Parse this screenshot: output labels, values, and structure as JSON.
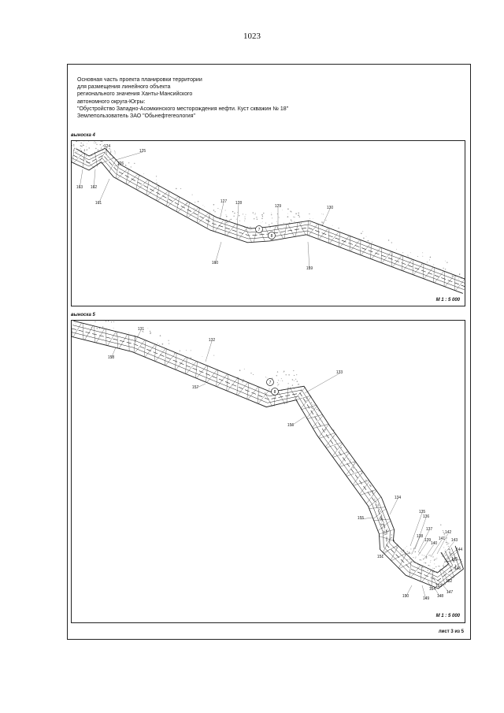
{
  "page_number": "1023",
  "title_lines": [
    "Основная часть проекта планировки территории",
    "для размещения линейного объекта",
    "регионального значения Ханты-Мансийского",
    "автономного округа-Югры:",
    "\"Обустройство Западно-Асомкинского месторождения нефти. Куст скважин № 18\"",
    "Землепользователь ЗАО \"Обьнефтегеология\""
  ],
  "inset4": {
    "label": "выноска 4",
    "scale": "М 1 : 5 000",
    "point_labels": [
      "124",
      "125",
      "126",
      "163",
      "162",
      "161",
      "127",
      "128",
      "129",
      "130",
      "160",
      "159"
    ],
    "circle_labels": [
      "7",
      "8"
    ]
  },
  "inset5": {
    "label": "выноска 5",
    "scale": "М 1 : 5 000",
    "point_labels": [
      "131",
      "158",
      "132",
      "157",
      "133",
      "156",
      "134",
      "155",
      "135",
      "136",
      "137",
      "138",
      "139",
      "140",
      "141",
      "142",
      "143",
      "144",
      "145",
      "146",
      "147",
      "148",
      "149",
      "150",
      "151",
      "152",
      "153",
      "154"
    ],
    "circle_labels": [
      "7",
      "8"
    ]
  },
  "sheet_counter": "лист 3 из 5",
  "colors": {
    "ink": "#222222",
    "paper": "#ffffff",
    "speckle": "#9a9a9a"
  }
}
